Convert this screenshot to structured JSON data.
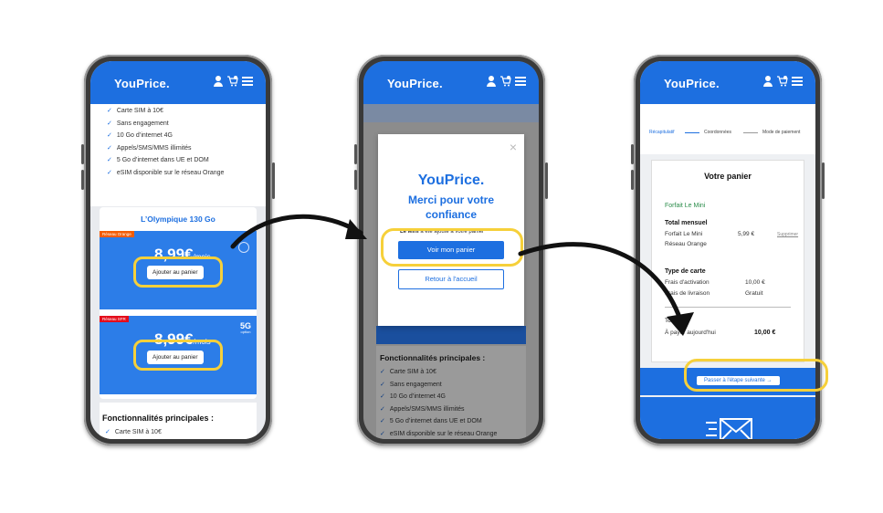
{
  "brand": {
    "logo": "YouPrice."
  },
  "colors": {
    "primary": "#1d6fe0",
    "highlight": "#f6d03a",
    "success": "#2a8c4a"
  },
  "phone1": {
    "features": [
      "Carte SIM à 10€",
      "Sans engagement",
      "10 Go d’internet 4G",
      "Appels/SMS/MMS illimités",
      "5 Go d’internet dans UE et DOM",
      "eSIM disponible sur le réseau Orange"
    ],
    "plan_title": "L’Olympique 130 Go",
    "offer1": {
      "badge": "Réseau Orange",
      "price": "8,99€",
      "per": "/mois",
      "button": "Ajouter au panier"
    },
    "offer2": {
      "badge": "Réseau SFR",
      "price": "8,99€",
      "per": "/mois",
      "network": "5G",
      "network_sub": "option",
      "button": "Ajouter au panier"
    },
    "features_title": "Fonctionnalités principales :",
    "features_bottom": [
      "Carte SIM à 10€"
    ]
  },
  "phone2": {
    "modal_logo": "YouPrice.",
    "modal_title": "Merci pour votre confiance",
    "modal_msg_bold": "Le Mini",
    "modal_msg": " a été ajouté à votre panier",
    "primary_button": "Voir mon panier",
    "secondary_button": "Retour à l'accueil",
    "features_title": "Fonctionnalités principales :",
    "features": [
      "Carte SIM à 10€",
      "Sans engagement",
      "10 Go d’internet 4G",
      "Appels/SMS/MMS illimités",
      "5 Go d’internet dans UE et DOM",
      "eSIM disponible sur le réseau Orange"
    ]
  },
  "phone3": {
    "steps": [
      "Récapitulatif",
      "Coordonnées",
      "Mode de paiement"
    ],
    "cart_title": "Votre panier",
    "product_name": "Forfait Le Mini",
    "monthly_heading": "Total mensuel",
    "monthly_line1": "Forfait Le Mini",
    "monthly_line2": "Réseau Orange",
    "monthly_price": "5,99 €",
    "remove_link": "Supprimer",
    "card_heading": "Type de carte",
    "activation_label": "Frais d'activation",
    "activation_value": "10,00 €",
    "delivery_label": "Frais de livraison",
    "delivery_value": "Gratuit",
    "total_heading": "Total",
    "pay_today_label": "À payer aujourd'hui",
    "pay_today_value": "10,00 €",
    "next_button": "Passer à l'étape suivante →"
  }
}
